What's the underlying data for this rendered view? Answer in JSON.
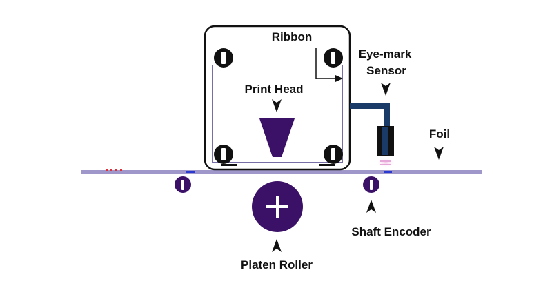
{
  "labels": {
    "ribbon": "Ribbon",
    "eye_mark_line1": "Eye-mark",
    "eye_mark_line2": "Sensor",
    "print_head": "Print Head",
    "foil": "Foil",
    "shaft_encoder": "Shaft Encoder",
    "platen_roller": "Platen Roller"
  },
  "colors": {
    "foil": "#9f97c9",
    "purple": "#3a1166",
    "navy": "#1a3a68",
    "black": "#111111",
    "mark": "#2a3ad0",
    "red_dots": "#e0303a"
  },
  "icons": {
    "platen": "plus-icon",
    "roller": "bar-icon",
    "pointer": "arrowhead-icon"
  }
}
